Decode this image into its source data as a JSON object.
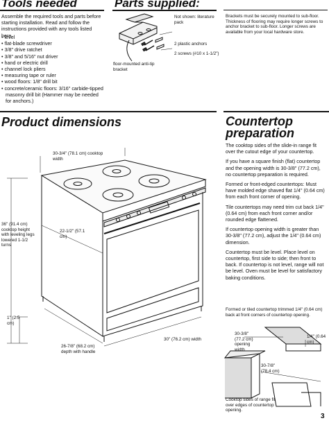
{
  "tools": {
    "heading": "Tools needed",
    "intro": "Assemble the required tools and parts before starting installation. Read and follow the instructions provided with any tools listed here.",
    "items": [
      "level",
      "flat-blade screwdriver",
      "3/8\" drive ratchet",
      "3/8\" and 5/16\" nut driver",
      "hand or electric drill",
      "channel lock pliers",
      "measuring tape or ruler",
      "wood floors: 1/8\" drill bit",
      "concrete/ceramic floors: 3/16\" carbide-tipped masonry drill bit (Hammer may be needed for anchors.)"
    ]
  },
  "parts": {
    "heading": "Parts supplied:",
    "not_shown": "Not shown: literature pack",
    "anchors": "2 plastic anchors",
    "screws": "2 screws (#10 x 1-1/2\")",
    "bracket": "floor-mounted anti-tip bracket"
  },
  "brackets_note": "Brackets must be securely mounted to sub-floor. Thickness of flooring may require longer screws to anchor bracket to sub-floor. Longer screws are available from your local hardware store.",
  "dimensions": {
    "heading": "Product dimensions",
    "width_top": "30-3/4\" (78.1 cm) cooktop width",
    "height": "36\" (91.4 cm) cooktop height with leveling legs lowered 1-1/2 turns",
    "depth_inner": "22-1/2\" (57.1 cm)",
    "leg": "1\" (2.5 cm)",
    "depth_handle": "26-7/8\" (68.2 cm) depth with handle",
    "width_bottom": "30\" (76.2 cm) width"
  },
  "countertop": {
    "heading_line1": "Countertop",
    "heading_line2": "preparation",
    "paragraphs": [
      "The cooktop sides of the slide-in range fit over the cutout edge of your countertop.",
      "If you have a square finish (flat) countertop and the opening width is 30-3/8\" (77.2 cm), no countertop preparation is required.",
      "Formed or front-edged countertops: Must have molded edge shaved flat 1/4\" (0.64 cm) from each front corner of opening.",
      "Tile countertops may need trim cut back 1/4\" (0.64 cm) from each front corner and/or rounded edge flattened.",
      "If countertop opening width is greater than 30-3/8\" (77.2 cm), adjust the 1/4\" (0.64 cm) dimension.",
      "Countertop must be level. Place level on countertop, first side to side; then front to back. If countertop is not level, range will not be level. Oven must be level for satisfactory baking conditions."
    ],
    "diagram_caption": "Formed or tiled countertop trimmed 1/4\" (0.64 cm) back at front corners of countertop opening.",
    "opening_width": "30-3/8\" (77.2 cm) opening width",
    "trim": "1/4\" (0.64 cm)",
    "depth": "30-7/8\" (78.4 cm)",
    "sides_caption": "Cooktop sides of range fit over edges of countertop opening."
  },
  "page_number": "3"
}
